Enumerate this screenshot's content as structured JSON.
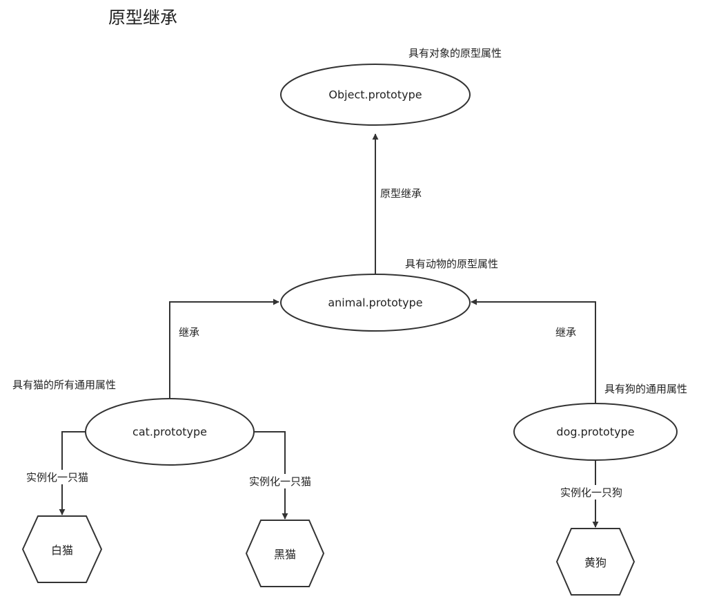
{
  "title": "原型继承",
  "nodes": {
    "object": {
      "label": "Object.prototype",
      "note": "具有对象的原型属性"
    },
    "animal": {
      "label": "animal.prototype",
      "note": "具有动物的原型属性"
    },
    "cat": {
      "label": "cat.prototype",
      "note": "具有猫的所有通用属性"
    },
    "dog": {
      "label": "dog.prototype",
      "note": "具有狗的通用属性"
    },
    "white_cat": {
      "label": "白猫"
    },
    "black_cat": {
      "label": "黑猫"
    },
    "yellow_dog": {
      "label": "黄狗"
    }
  },
  "edges": {
    "animal_to_object": "原型继承",
    "cat_to_animal": "继承",
    "dog_to_animal": "继承",
    "cat_to_white": "实例化一只猫",
    "cat_to_black": "实例化一只猫",
    "dog_to_yellow": "实例化一只狗"
  }
}
